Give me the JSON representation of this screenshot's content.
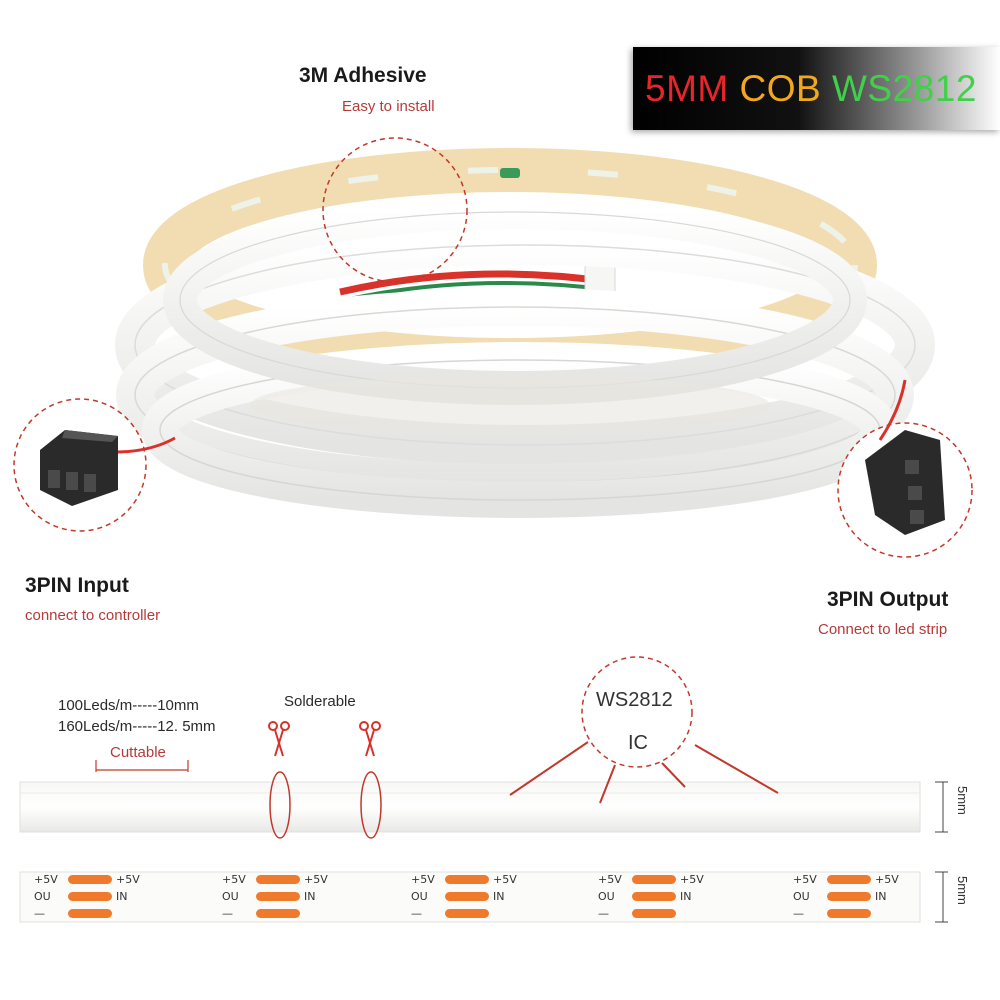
{
  "title": {
    "part1": "5MM",
    "part2": "COB",
    "part3": "WS2812"
  },
  "adhesive": {
    "title": "3M Adhesive",
    "subtitle": "Easy to install"
  },
  "input": {
    "title": "3PIN Input",
    "subtitle": "connect to controller"
  },
  "output": {
    "title": "3PIN Output",
    "subtitle": "Connect to led strip"
  },
  "specs": {
    "line1": "100Leds/m-----10mm",
    "line2": "160Leds/m-----12. 5mm",
    "cuttable": "Cuttable",
    "solderable": "Solderable"
  },
  "ic": {
    "line1": "WS2812",
    "line2": "IC"
  },
  "dimension": {
    "strip": "5mm",
    "pcb": "5mm"
  },
  "pads": {
    "plus_left": "+5V",
    "plus_right": "+5V",
    "data_left": "OU",
    "data_right": "IN",
    "ground_left": "—"
  },
  "colors": {
    "callout_red": "#b73a3a",
    "pad_orange": "#f07a2c",
    "strip_white": "#f3f3f1"
  }
}
